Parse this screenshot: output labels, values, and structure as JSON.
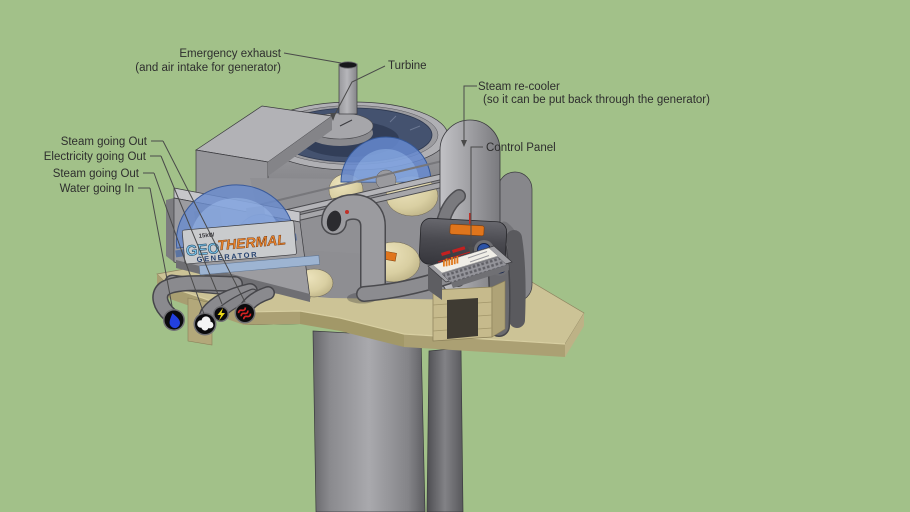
{
  "scene": {
    "description": "3D model viewport showing a geothermal generator on a platform column",
    "background_color": "#a2c189"
  },
  "annotations": {
    "emergency_exhaust": {
      "line1": "Emergency exhaust",
      "line2": "(and air intake for generator)"
    },
    "turbine": {
      "label": "Turbine"
    },
    "steam_recooler": {
      "line1": "Steam re-cooler",
      "line2": "(so it can be put back through the generator)"
    },
    "control_panel": {
      "label": "Control Panel"
    },
    "steam_out_top": {
      "label": "Steam going Out"
    },
    "electricity_out": {
      "label": "Electricity going Out"
    },
    "steam_out_front": {
      "label": "Steam going Out"
    },
    "water_in": {
      "label": "Water going In"
    }
  },
  "logo": {
    "power_rating": "15kW",
    "word_geo": "GEO",
    "word_thermal": "THERMAL",
    "word_generator": "GENERATOR"
  },
  "colors": {
    "background": "#a2c189",
    "platform_tan": "#ccc396",
    "machine_gray": "#9a9a9e",
    "dome_blue": "#6c8fd2",
    "turbine_ring_navy": "#44526f",
    "tank_cream": "#d9cfa2",
    "accent_orange": "#e0751c",
    "water_blue": "#2240e0",
    "electricity_yellow": "#ecd818",
    "heat_red": "#d62222",
    "steam_white": "#f4f4f4",
    "label_text": "#2e2e2e"
  }
}
